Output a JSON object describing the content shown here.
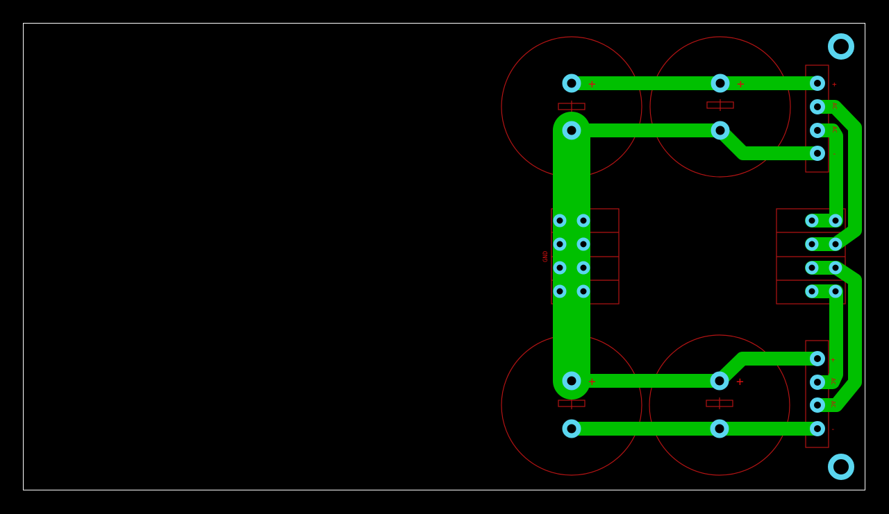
{
  "colors": {
    "background": "#000000",
    "outline": "#ffffff",
    "copper": "#00c000",
    "pad": "#5ad6f0",
    "drill": "#000000",
    "silk": "#b41414",
    "text": "#d01010"
  },
  "labels": {
    "plus_cap_tl": "+",
    "plus_cap_tr": "+",
    "plus_cap_bl": "+",
    "plus_cap_br": "+",
    "top_conn_plus": "+",
    "top_conn_ac1": "AC",
    "top_conn_ac2": "AC",
    "top_conn_minus": "-",
    "bot_conn_plus": "+",
    "bot_conn_ac1": "AC",
    "bot_conn_ac2": "AC",
    "bot_conn_minus": "-",
    "gnd": "GND"
  }
}
